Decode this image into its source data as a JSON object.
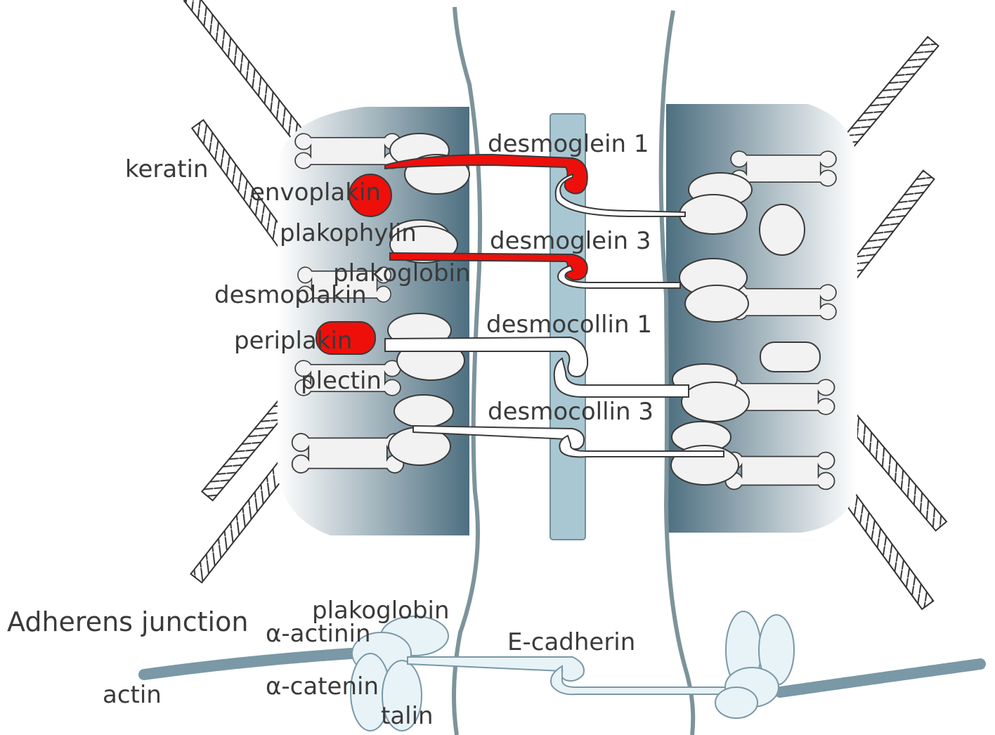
{
  "colors": {
    "plaque_dark": "#4d6f80",
    "plaque_light": "#ffffff",
    "membrane": "#7d939b",
    "core": "#a9c7d3",
    "highlight": "#ee0f0b",
    "protein_fill": "#f2f2f2",
    "adherens_fill": "#e8f3f8"
  },
  "labels": {
    "keratin": "keratin",
    "envoplakin": "envoplakin",
    "plakophylin": "plakophylin",
    "plakoglobin": "plakoglobin",
    "desmoplakin": "desmoplakin",
    "periplakin": "periplakin",
    "plectin": "plectin",
    "desmoglein1": "desmoglein 1",
    "desmoglein3": "desmoglein 3",
    "desmocollin1": "desmocollin 1",
    "desmocollin3": "desmocollin 3",
    "adherens_title": "Adherens junction",
    "aj_plakoglobin": "plakoglobin",
    "alpha_actinin": "α-actinin",
    "alpha_catenin": "α-catenin",
    "talin": "talin",
    "actin": "actin",
    "e_cadherin": "E-cadherin"
  }
}
